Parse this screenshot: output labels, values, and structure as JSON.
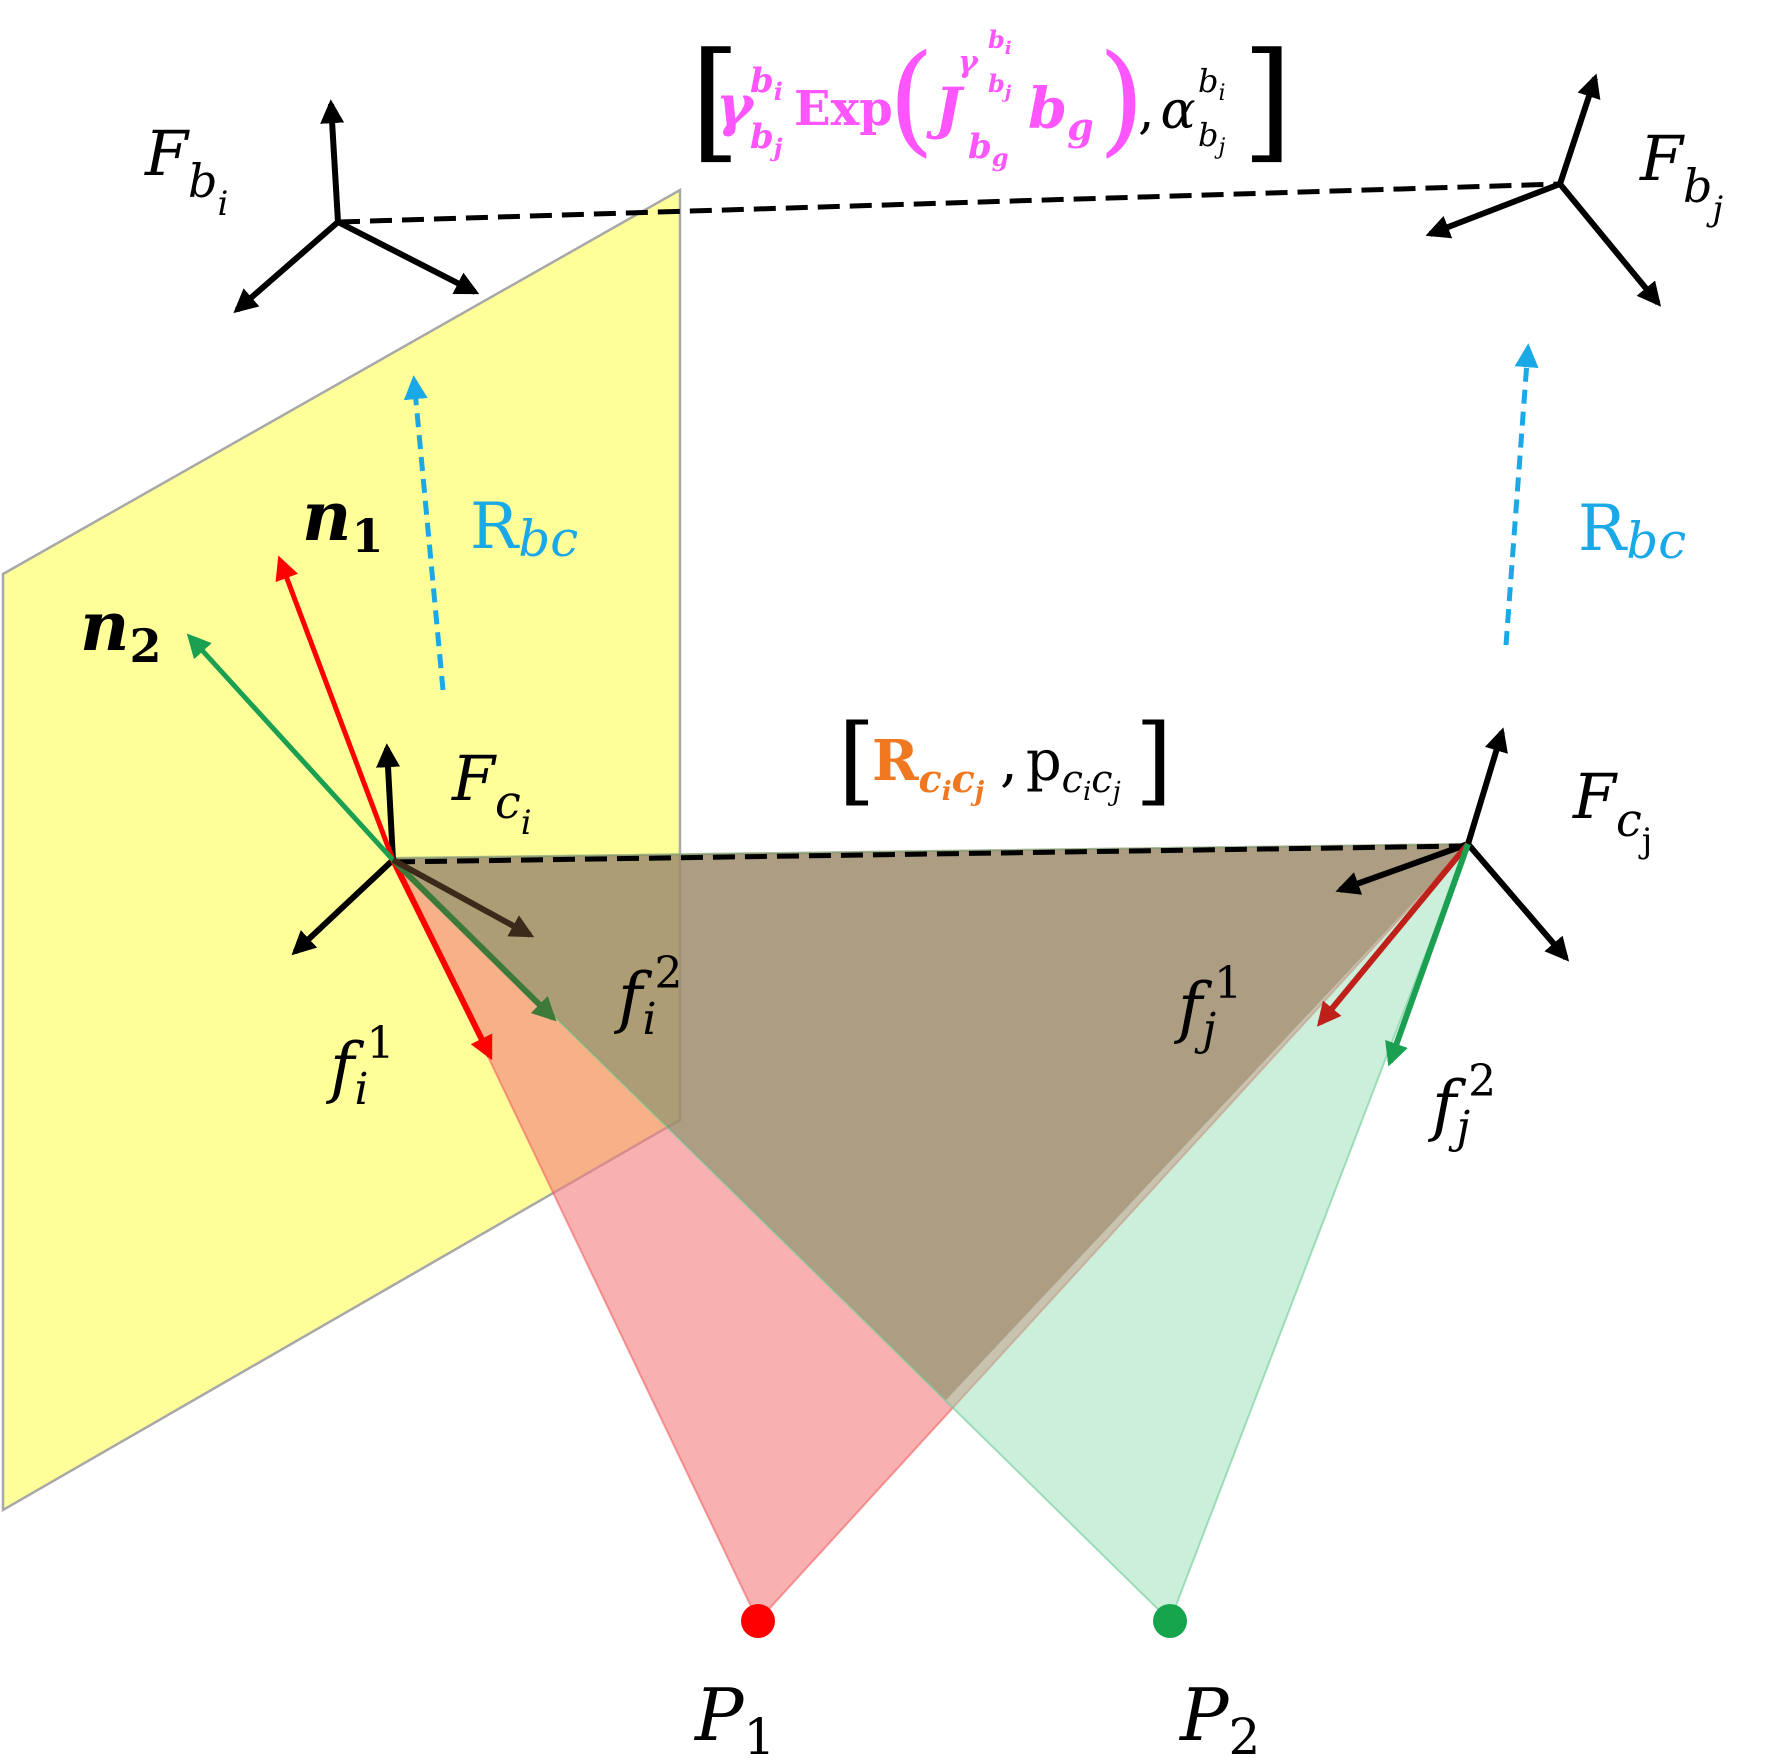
{
  "colors": {
    "plane_fill": "#FFFF88",
    "plane_stroke": "#A8A8A8",
    "red": "#FF0000",
    "dark_red": "#C0201A",
    "green": "#1AA050",
    "dark_green": "#3D7A3A",
    "brown": "#3B2A1A",
    "cyan": "#1BA8E6",
    "magenta": "#FF55FF",
    "orange": "#F07820",
    "black": "#000000",
    "red_tri_fill": "#F47C7C",
    "green_tri_fill": "#8FDCB0",
    "brown_tri_fill": "#A98468",
    "p1_point": "#FF0000",
    "p2_point": "#16A54D"
  },
  "labels": {
    "F": "F",
    "b": "b",
    "c": "c",
    "i": "i",
    "j": "j",
    "j_upright": "j",
    "g": "g",
    "n": "n",
    "f": "f",
    "P": "P",
    "one": "1",
    "two": "2",
    "R": "R",
    "bc": "bc",
    "gamma": "γ",
    "J": "J",
    "Exp": "Exp",
    "alpha": "α",
    "comma": ",",
    "p": "p",
    "lbracket": "[",
    "rbracket": "]",
    "lparen": "(",
    "rparen": ")"
  }
}
